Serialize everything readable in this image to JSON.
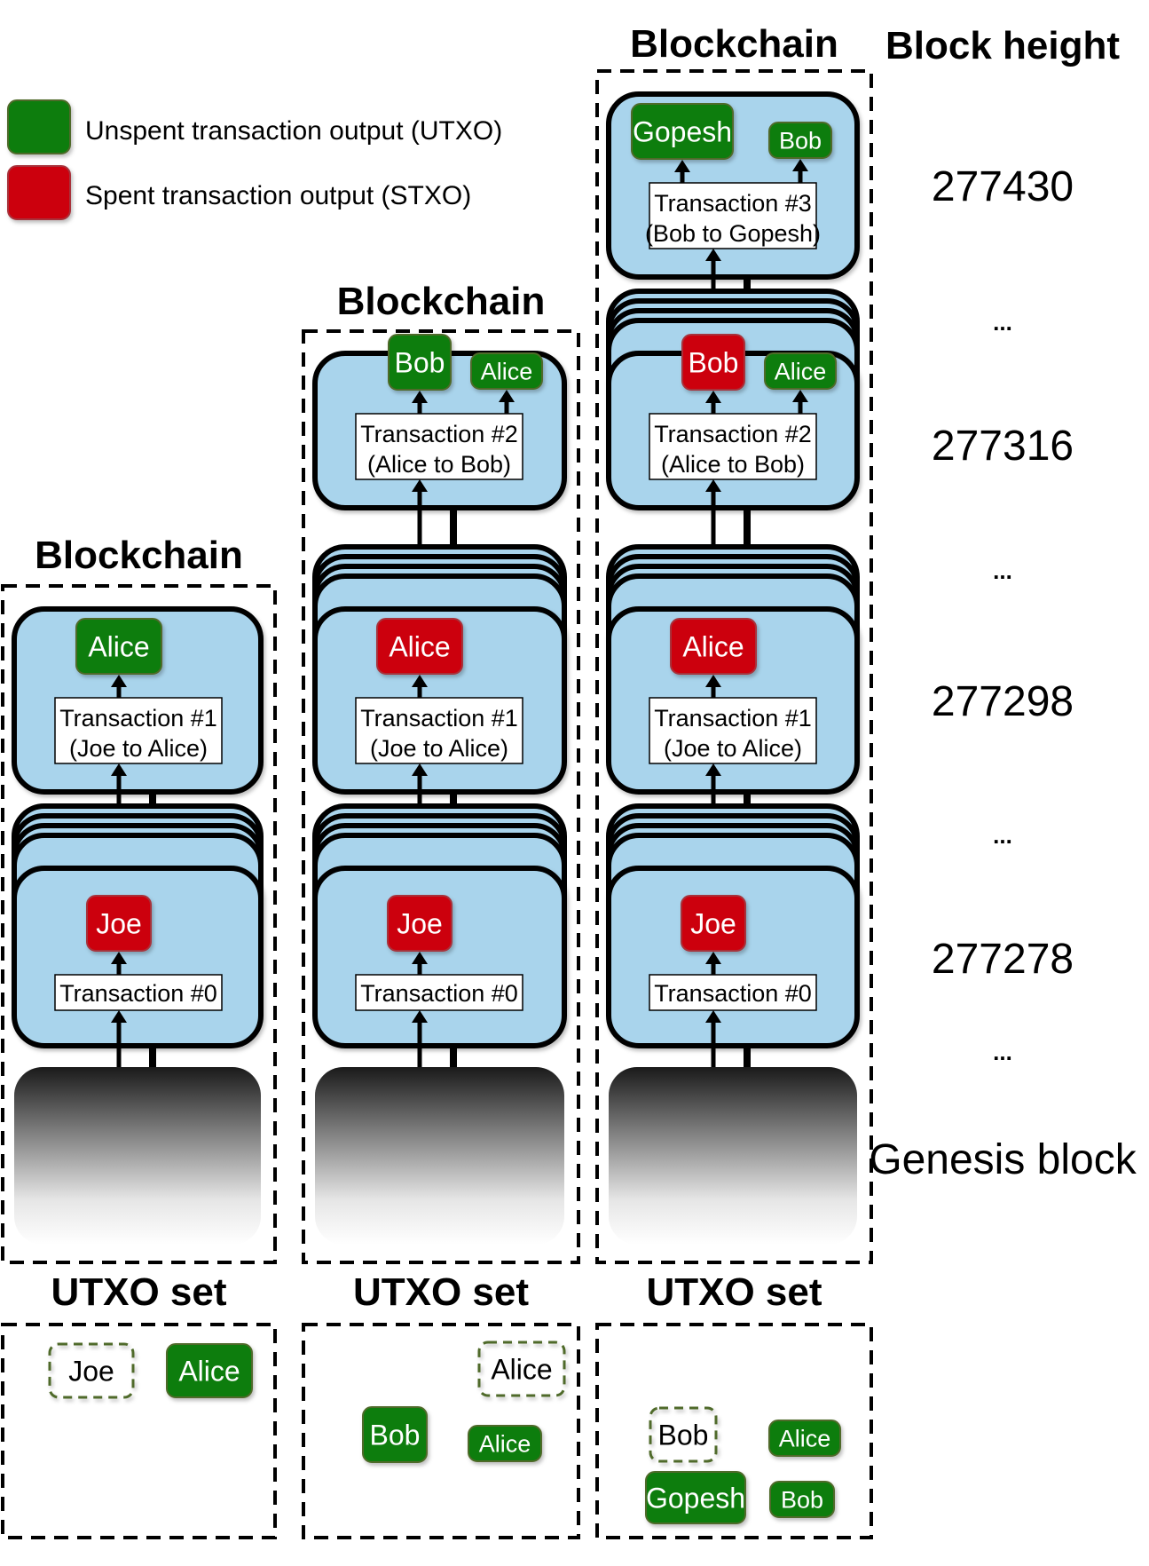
{
  "colors": {
    "utxo": "#0a7d0a",
    "utxo_border": "#4f6b2a",
    "stxo": "#cc0011",
    "stxo_border": "#a8323a",
    "block_fill": "#a9d4ec",
    "block_stroke": "#000000"
  },
  "legend": {
    "items": [
      {
        "kind": "utxo",
        "label": "Unspent transaction output (UTXO)"
      },
      {
        "kind": "stxo",
        "label": "Spent transaction output (STXO)"
      }
    ]
  },
  "block_height": {
    "title": "Block height",
    "rows": [
      {
        "label": "277430"
      },
      {
        "label": "..."
      },
      {
        "label": "277316"
      },
      {
        "label": "..."
      },
      {
        "label": "277298"
      },
      {
        "label": "..."
      },
      {
        "label": "277278"
      },
      {
        "label": "..."
      },
      {
        "label": "Genesis block"
      }
    ]
  },
  "columns": [
    {
      "blockchain_title": "Blockchain",
      "utxo_title": "UTXO set",
      "blocks": [
        {
          "height": "277298",
          "tx_line1": "Transaction #1",
          "tx_line2": "(Joe to Alice)",
          "outputs": [
            {
              "name": "Alice",
              "state": "utxo"
            }
          ]
        },
        {
          "height": "277278",
          "tx_line1": "Transaction #0",
          "tx_line2": "",
          "outputs": [
            {
              "name": "Joe",
              "state": "stxo"
            }
          ]
        }
      ],
      "utxo_set": [
        {
          "name": "Joe",
          "state": "removed"
        },
        {
          "name": "Alice",
          "state": "utxo"
        }
      ]
    },
    {
      "blockchain_title": "Blockchain",
      "utxo_title": "UTXO set",
      "blocks": [
        {
          "height": "277316",
          "tx_line1": "Transaction #2",
          "tx_line2": "(Alice to Bob)",
          "outputs": [
            {
              "name": "Bob",
              "state": "utxo"
            },
            {
              "name": "Alice",
              "state": "utxo"
            }
          ]
        },
        {
          "height": "277298",
          "tx_line1": "Transaction #1",
          "tx_line2": "(Joe to Alice)",
          "outputs": [
            {
              "name": "Alice",
              "state": "stxo"
            }
          ]
        },
        {
          "height": "277278",
          "tx_line1": "Transaction #0",
          "tx_line2": "",
          "outputs": [
            {
              "name": "Joe",
              "state": "stxo"
            }
          ]
        }
      ],
      "utxo_set": [
        {
          "name": "Alice",
          "state": "removed"
        },
        {
          "name": "Bob",
          "state": "utxo"
        },
        {
          "name": "Alice",
          "state": "utxo"
        }
      ]
    },
    {
      "blockchain_title": "Blockchain",
      "utxo_title": "UTXO set",
      "blocks": [
        {
          "height": "277430",
          "tx_line1": "Transaction #3",
          "tx_line2": "(Bob to Gopesh)",
          "outputs": [
            {
              "name": "Gopesh",
              "state": "utxo"
            },
            {
              "name": "Bob",
              "state": "utxo"
            }
          ]
        },
        {
          "height": "277316",
          "tx_line1": "Transaction #2",
          "tx_line2": "(Alice to Bob)",
          "outputs": [
            {
              "name": "Bob",
              "state": "stxo"
            },
            {
              "name": "Alice",
              "state": "utxo"
            }
          ]
        },
        {
          "height": "277298",
          "tx_line1": "Transaction #1",
          "tx_line2": "(Joe to Alice)",
          "outputs": [
            {
              "name": "Alice",
              "state": "stxo"
            }
          ]
        },
        {
          "height": "277278",
          "tx_line1": "Transaction #0",
          "tx_line2": "",
          "outputs": [
            {
              "name": "Joe",
              "state": "stxo"
            }
          ]
        }
      ],
      "utxo_set": [
        {
          "name": "Bob",
          "state": "removed"
        },
        {
          "name": "Alice",
          "state": "utxo"
        },
        {
          "name": "Gopesh",
          "state": "utxo"
        },
        {
          "name": "Bob",
          "state": "utxo"
        }
      ]
    }
  ]
}
